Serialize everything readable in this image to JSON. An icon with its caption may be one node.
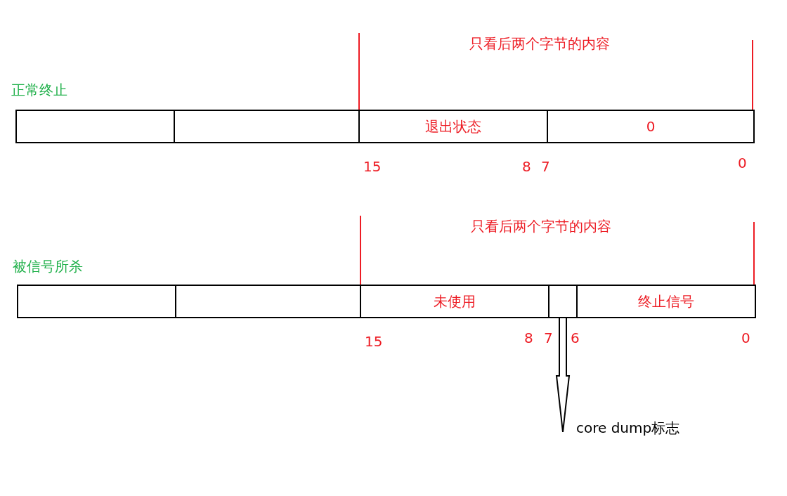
{
  "diagram": {
    "nodes": [
      {
        "text": [],
        "shape": "box"
      },
      {
        "text": [],
        "shape": "box"
      },
      {
        "text": [
          "退出状态"
        ]
      },
      {
        "text": [
          "0"
        ]
      },
      {
        "text": [],
        "shape": "box"
      },
      {
        "text": [],
        "shape": "box"
      },
      {
        "text": [
          "未使用"
        ]
      },
      {
        "text": [],
        "shape": "box"
      },
      {
        "text": [
          "终止信号"
        ]
      },
      {
        "text": [
          "core dump标志"
        ]
      }
    ],
    "edges": [
      {
        "from": 7,
        "to": 9,
        "arrow": "to"
      }
    ],
    "labels": [
      "只看后两个字节的内容",
      "正常终止",
      "15",
      "8",
      "7",
      "0",
      "只看后两个字节的内容",
      "被信号所杀",
      "15",
      "8",
      "7",
      "6",
      "0"
    ]
  }
}
